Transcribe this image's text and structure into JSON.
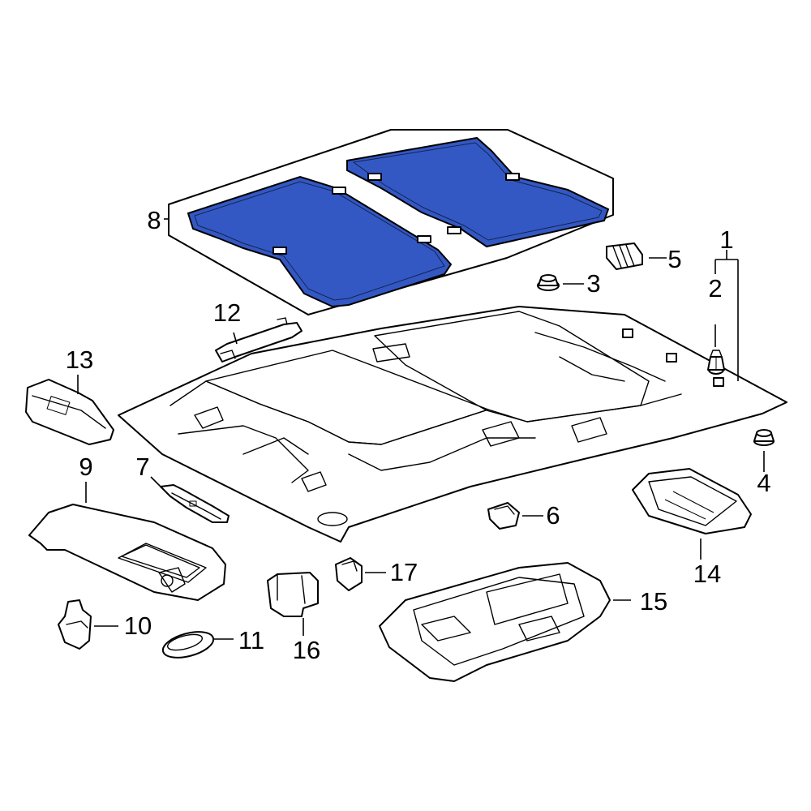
{
  "colors": {
    "sunshade_panel": "#3358c4",
    "line": "#000000",
    "background": "#ffffff"
  },
  "callouts": [
    {
      "id": "1",
      "label": "1",
      "part": "headliner"
    },
    {
      "id": "2",
      "label": "2",
      "part": "push-clip"
    },
    {
      "id": "3",
      "label": "3",
      "part": "retainer"
    },
    {
      "id": "4",
      "label": "4",
      "part": "retainer"
    },
    {
      "id": "5",
      "label": "5",
      "part": "clip"
    },
    {
      "id": "6",
      "label": "6",
      "part": "bracket"
    },
    {
      "id": "7",
      "label": "7",
      "part": "bracket"
    },
    {
      "id": "8",
      "label": "8",
      "part": "sunshade"
    },
    {
      "id": "9",
      "label": "9",
      "part": "sun-visor"
    },
    {
      "id": "10",
      "label": "10",
      "part": "visor-bracket"
    },
    {
      "id": "11",
      "label": "11",
      "part": "cap"
    },
    {
      "id": "12",
      "label": "12",
      "part": "grab-handle"
    },
    {
      "id": "13",
      "label": "13",
      "part": "dome-lamp"
    },
    {
      "id": "14",
      "label": "14",
      "part": "reading-lamp"
    },
    {
      "id": "15",
      "label": "15",
      "part": "overhead-console"
    },
    {
      "id": "16",
      "label": "16",
      "part": "switch"
    },
    {
      "id": "17",
      "label": "17",
      "part": "clip"
    }
  ]
}
